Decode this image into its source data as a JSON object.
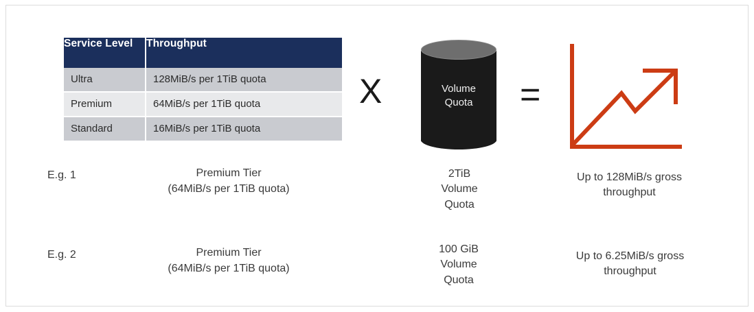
{
  "diagram": {
    "title": "Service level throughput multiplied by volume quota equals gross throughput",
    "accent_color": "#cc3c14",
    "header_color": "#1b2f5c",
    "row_alt_colors": [
      "#c9cbd0",
      "#e8e9eb"
    ]
  },
  "table": {
    "headers": [
      "Service Level",
      "Throughput"
    ],
    "header_lines": {
      "service_level_line1": "Service",
      "service_level_line2": "Level",
      "throughput": "Throughput"
    },
    "rows": [
      {
        "level": "Ultra",
        "throughput": "128MiB/s per 1TiB quota"
      },
      {
        "level": "Premium",
        "throughput": "64MiB/s per 1TiB quota"
      },
      {
        "level": "Standard",
        "throughput": "16MiB/s per 1TiB quota"
      }
    ]
  },
  "operators": {
    "multiply": "X",
    "equals": "="
  },
  "cylinder": {
    "line1": "Volume",
    "line2": "Quota",
    "body_color": "#1a1a1a",
    "top_color": "#6e6e6e"
  },
  "chart_icon": {
    "name": "growth-line-chart-icon",
    "stroke_color": "#cc3c14"
  },
  "examples": [
    {
      "label": "E.g. 1",
      "tier_line1": "Premium Tier",
      "tier_line2": "(64MiB/s per 1TiB quota)",
      "quota_line1": "2TiB",
      "quota_line2": "Volume",
      "quota_line3": "Quota",
      "result_line1": "Up to 128MiB/s gross",
      "result_line2": "throughput"
    },
    {
      "label": "E.g. 2",
      "tier_line1": "Premium Tier",
      "tier_line2": "(64MiB/s per 1TiB quota)",
      "quota_line1": "100 GiB",
      "quota_line2": "Volume",
      "quota_line3": "Quota",
      "result_line1": "Up to 6.25MiB/s gross",
      "result_line2": "throughput"
    }
  ]
}
